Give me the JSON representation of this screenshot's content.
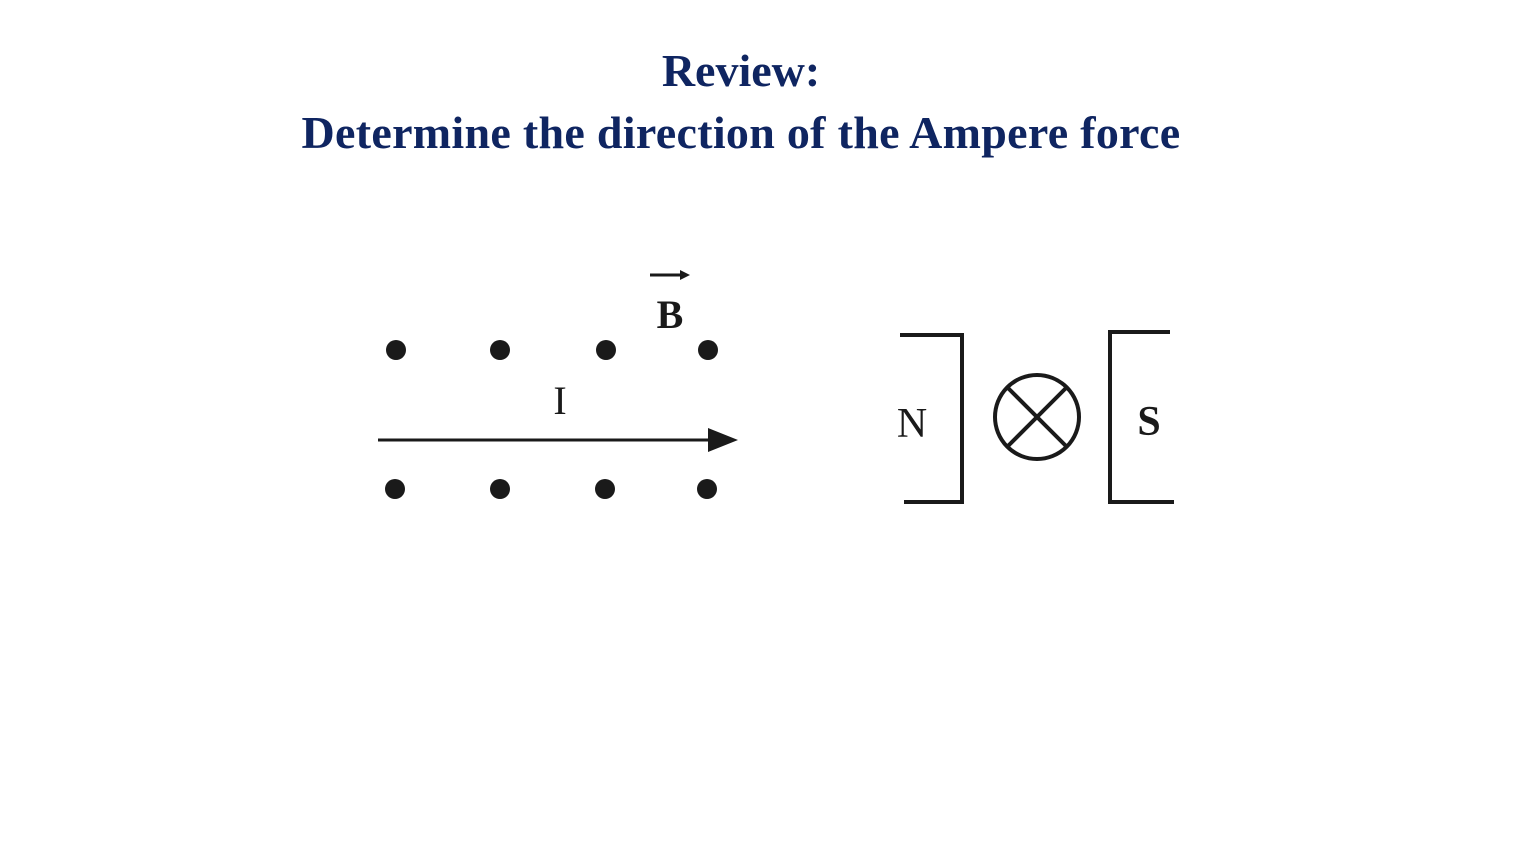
{
  "title": {
    "line1": "Review:",
    "line2": "Determine the direction of the Ampere force"
  },
  "figure_left": {
    "field_label": "B",
    "current_label": "I",
    "field_direction": "out of page (dots)",
    "current_direction": "right"
  },
  "figure_right": {
    "north_label": "N",
    "south_label": "S",
    "current_direction": "into page (circle with cross)"
  },
  "colors": {
    "title": "#0f2561",
    "diagram": "#1a1a1a",
    "background": "#ffffff"
  }
}
